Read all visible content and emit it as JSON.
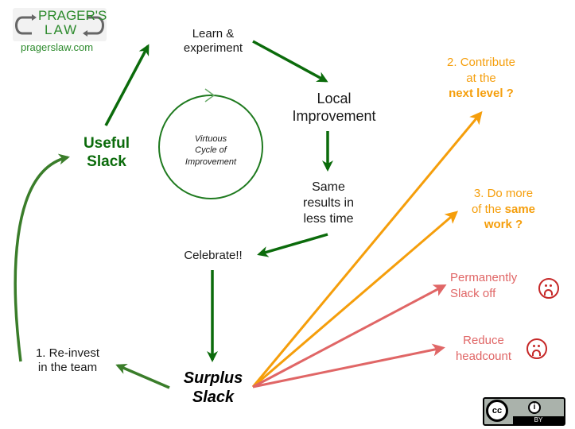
{
  "logo": {
    "line1": "PRAGER'S",
    "line2": "LAW",
    "url": "pragerslaw.com"
  },
  "nodes": {
    "learn": [
      "Learn &",
      "experiment"
    ],
    "local": [
      "Local",
      "Improvement"
    ],
    "same": [
      "Same",
      "results in",
      "less time"
    ],
    "celebrate": "Celebrate!!",
    "surplus": [
      "Surplus",
      "Slack"
    ],
    "useful": [
      "Useful",
      "Slack"
    ],
    "reinvest": [
      "1. Re-invest",
      "in the team"
    ],
    "cycle": [
      "Virtuous",
      "Cycle of",
      "Improvement"
    ]
  },
  "outcomes": {
    "contribute": {
      "line1": "2. Contribute",
      "line2": "at the",
      "bold": "next level ?"
    },
    "domore": {
      "line1": "3. Do more",
      "line2_pre": "of the ",
      "line2_bold": "same",
      "line3_bold": "work ?"
    },
    "slackoff": {
      "line1": "Permanently",
      "line2": "Slack off",
      "icon": "frown-icon"
    },
    "reduce": {
      "line1": "Reduce",
      "line2": "headcount",
      "icon": "frown-icon"
    }
  },
  "license": {
    "cc": "cc",
    "info": "i",
    "by": "BY"
  },
  "colors": {
    "green": "#0b6b0b",
    "loop_green": "#3a7d2a",
    "orange": "#f59e0b",
    "red": "#e06666",
    "frown": "#c62828"
  }
}
